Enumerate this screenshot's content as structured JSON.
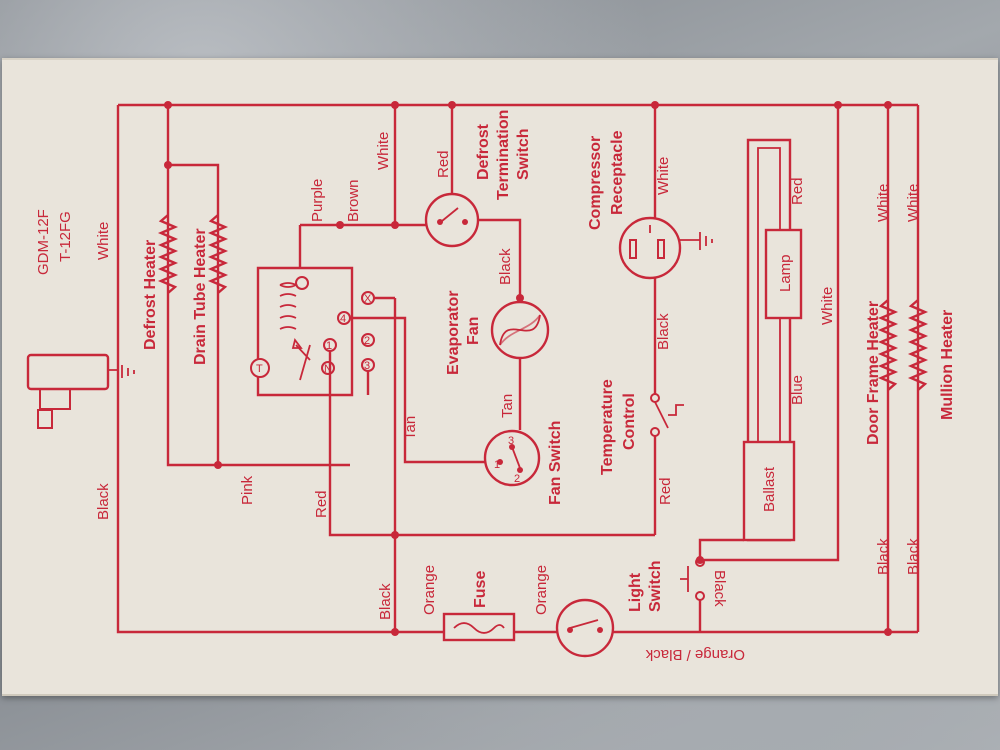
{
  "diagram": {
    "model_line1": "GDM-12F",
    "model_line2": "T-12FG",
    "components": {
      "defrost_heater": "Defrost Heater",
      "drain_tube_heater": "Drain Tube Heater",
      "defrost_termination_switch_1": "Defrost",
      "defrost_termination_switch_2": "Termination",
      "defrost_termination_switch_3": "Switch",
      "compressor_receptacle_1": "Compressor",
      "compressor_receptacle_2": "Receptacle",
      "evaporator_fan_1": "Evaporator",
      "evaporator_fan_2": "Fan",
      "fan_switch": "Fan Switch",
      "temperature_control_1": "Temperature",
      "temperature_control_2": "Control",
      "lamp": "Lamp",
      "ballast": "Ballast",
      "door_frame_heater": "Door Frame Heater",
      "mullion_heater": "Mullion Heater",
      "fuse": "Fuse",
      "light_switch_1": "Light",
      "light_switch_2": "Switch"
    },
    "wires": {
      "white": "White",
      "black": "Black",
      "purple": "Purple",
      "brown": "Brown",
      "red": "Red",
      "tan": "Tan",
      "pink": "Pink",
      "orange": "Orange",
      "blue": "Blue",
      "orange_black": "Orange / Black"
    },
    "terminals": {
      "t": "T",
      "n": "N",
      "x": "X",
      "1": "1",
      "2": "2",
      "3": "3",
      "4": "4"
    }
  }
}
